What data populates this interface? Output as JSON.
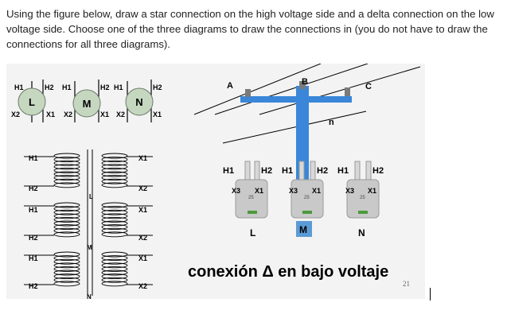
{
  "question": {
    "text": "Using the figure below, draw a star connection on the high voltage side and a delta connection on the low voltage side. Choose one of the three diagrams to draw the connections in (you do not have to draw the connections for all three diagrams)."
  },
  "top_bushings": {
    "tanks": [
      {
        "id": "L",
        "h1": "H1",
        "h2": "H2",
        "x2": "X2",
        "x1": "X1"
      },
      {
        "id": "M",
        "h1": "H1",
        "h2": "H2",
        "x2": "X2",
        "x1": "X1"
      },
      {
        "id": "N",
        "h1": "H1",
        "h2": "H2",
        "x2": "X2",
        "x1": "X1"
      }
    ]
  },
  "windings": {
    "units": [
      {
        "h1": "H1",
        "h2": "H2",
        "x1": "X1",
        "x2": "X2",
        "letter": "L"
      },
      {
        "h1": "H1",
        "h2": "H2",
        "x1": "X1",
        "x2": "X2",
        "letter": "M"
      },
      {
        "h1": "H1",
        "h2": "H2",
        "x1": "X1",
        "x2": "X2",
        "letter": "N"
      }
    ]
  },
  "pole": {
    "lines": [
      "A",
      "B",
      "C"
    ],
    "neutral": "n",
    "transformers": [
      {
        "h1": "H1",
        "h2": "H2",
        "x3": "X3",
        "x1": "X1",
        "rating": "25",
        "label": "L"
      },
      {
        "h1": "H1",
        "h2": "H2",
        "x3": "X3",
        "x1": "X1",
        "rating": "25",
        "label": "M"
      },
      {
        "h1": "H1",
        "h2": "H2",
        "x3": "X3",
        "x1": "X1",
        "rating": "25",
        "label": "N"
      }
    ],
    "caption": "conexión Δ en bajo voltaje"
  },
  "page_number": "21",
  "colors": {
    "pole_blue": "#3a86d8",
    "label_box_blue": "#5b9bd5",
    "tank_gray": "#c9c9c9"
  }
}
